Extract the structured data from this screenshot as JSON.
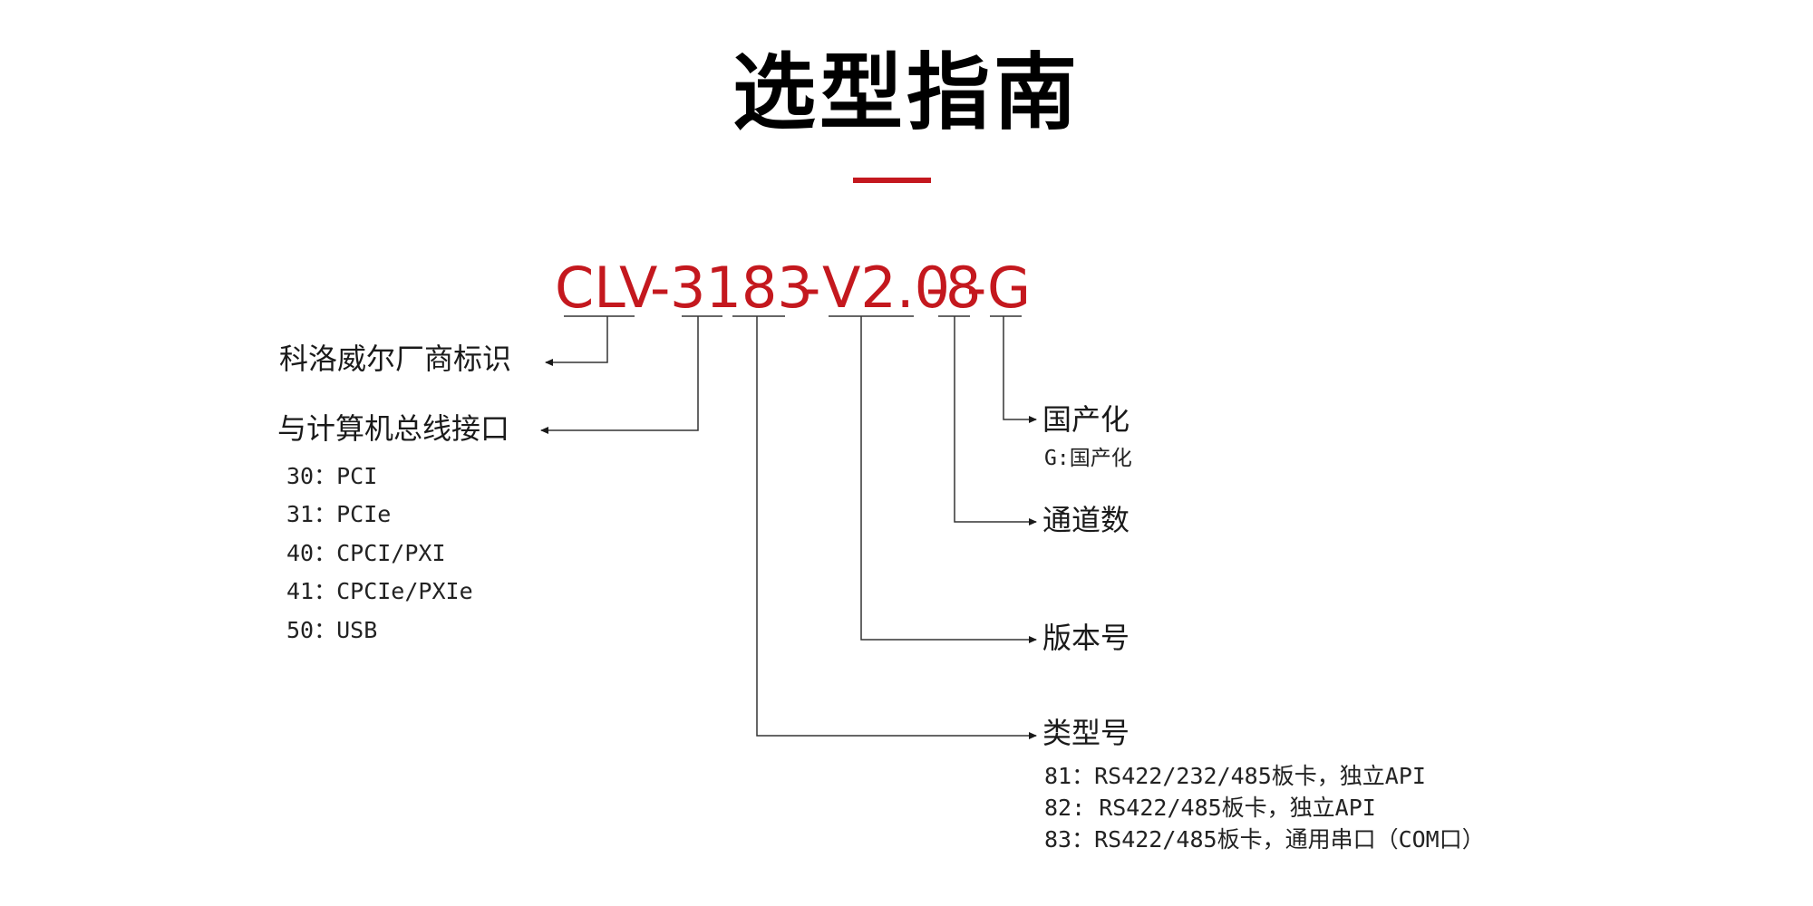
{
  "title": "选型指南",
  "accent_color": "#c4181e",
  "code": {
    "segments": [
      "CLV",
      "-",
      "3183",
      "-",
      "V2.0",
      "-",
      "8",
      "-",
      "G"
    ]
  },
  "fields": {
    "vendor": {
      "label": "科洛威尔厂商标识"
    },
    "bus": {
      "label": "与计算机总线接口",
      "options": [
        "30：PCI",
        "31：PCIe",
        "40：CPCI/PXI",
        "41：CPCIe/PXIe",
        "50：USB"
      ]
    },
    "domestic": {
      "label": "国产化",
      "options": [
        "G:国产化"
      ]
    },
    "channels": {
      "label": "通道数"
    },
    "version": {
      "label": "版本号"
    },
    "type": {
      "label": "类型号",
      "options": [
        "81：RS422/232/485板卡，独立API",
        "82: RS422/485板卡，独立API",
        "83：RS422/485板卡，通用串口（COM口）"
      ]
    }
  }
}
